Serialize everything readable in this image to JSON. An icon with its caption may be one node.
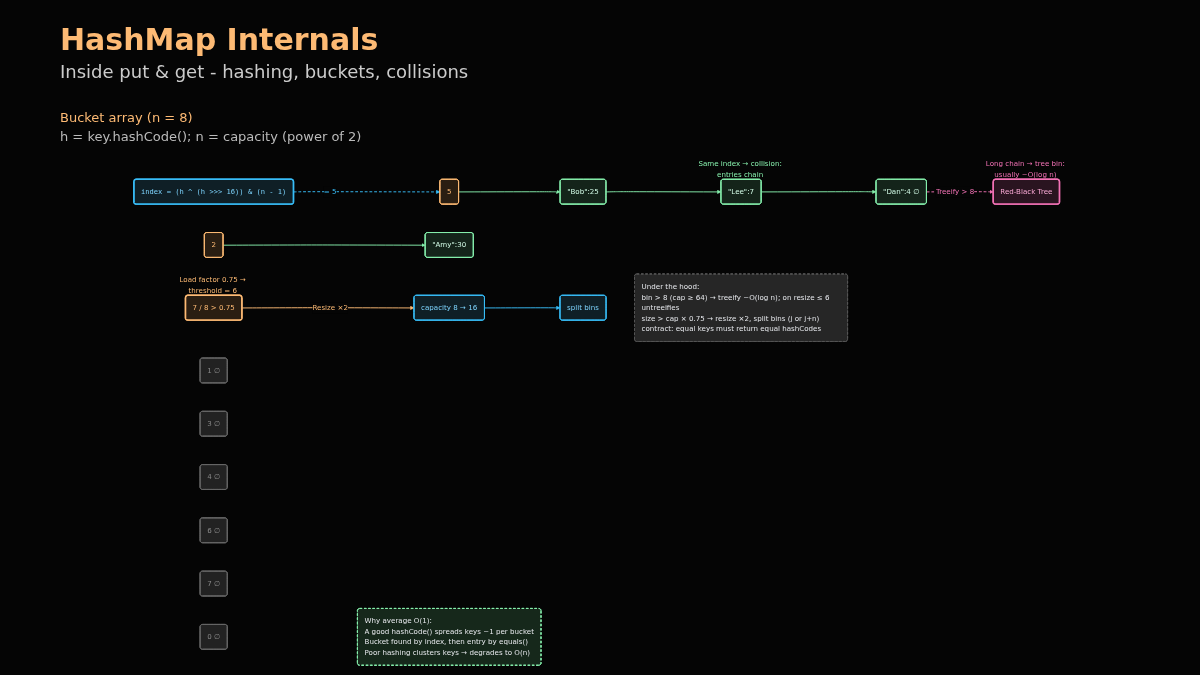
{
  "diagram": {
    "title": "HashMap Internals",
    "caption": "Inside put & get - hashing, buckets, collisions",
    "nodes": [
      {
        "text": [
          "index = (h ^ (h >>> 16)) & (n - 1)"
        ]
      },
      {
        "text": [
          "0 ∅"
        ]
      },
      {
        "text": [
          "1 ∅"
        ]
      },
      {
        "text": [
          "2"
        ]
      },
      {
        "text": [
          "3 ∅"
        ]
      },
      {
        "text": [
          "4 ∅"
        ]
      },
      {
        "text": [
          "5"
        ]
      },
      {
        "text": [
          "6 ∅"
        ]
      },
      {
        "text": [
          "7 ∅"
        ]
      },
      {
        "text": [
          "\"Amy\":30"
        ]
      },
      {
        "text": [
          "\"Bob\":25"
        ]
      },
      {
        "text": [
          "\"Lee\":7"
        ],
        "beside": [
          "Same index → collision: entries chain"
        ]
      },
      {
        "text": [
          "\"Dan\":4 ∅"
        ]
      },
      {
        "text": [
          "Red-Black Tree"
        ],
        "beside": [
          "Long chain → tree bin: usually ~O(log n)"
        ]
      },
      {
        "text": [
          "7 / 8 > 0.75"
        ],
        "beside": [
          "Load factor 0.75 → threshold = 6"
        ]
      },
      {
        "text": [
          "capacity 8 → 16"
        ]
      },
      {
        "text": [
          "split bins"
        ]
      },
      {
        "text": [
          "Why average O(1):",
          "A good hashCode() spreads keys ~1 per bucket",
          "Bucket found by index, then entry by equals()",
          "Poor hashing clusters keys → degrades to O(n)"
        ]
      },
      {
        "text": [
          "Under the hood:",
          "bin > 8 (cap ≥ 64) → treeify ~O(log n); on resize ≤ 6 untreeifies",
          "size > cap × 0.75 → resize ×2, split bins (j or j+n)",
          "contract: equal keys must return equal hashCodes"
        ]
      }
    ],
    "edges": [
      {
        "from": 0,
        "to": 6,
        "arrow": "to",
        "label": "= 5",
        "style": "dashed",
        "color": "#38bdf8"
      },
      {
        "from": 3,
        "to": 9,
        "arrow": "to"
      },
      {
        "from": 6,
        "to": 10,
        "arrow": "to"
      },
      {
        "from": 10,
        "to": 11,
        "arrow": "to"
      },
      {
        "from": 11,
        "to": 12,
        "arrow": "to"
      },
      {
        "from": 12,
        "to": 13,
        "arrow": "to",
        "label": "Treeify > 8",
        "style": "dashed",
        "color": "#f472b6"
      },
      {
        "from": 14,
        "to": 15,
        "arrow": "to",
        "label": "Resize ×2",
        "color": "#fdba74"
      },
      {
        "from": 15,
        "to": 16,
        "arrow": "to",
        "color": "#38bdf8"
      }
    ],
    "labels": [
      "Bucket array (n = 8)",
      "h = key.hashCode(); n = capacity (power of 2)"
    ]
  }
}
